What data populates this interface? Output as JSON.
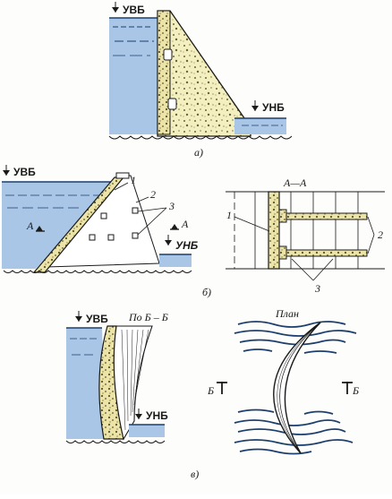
{
  "colors": {
    "water": "#a9c6e6",
    "water_line": "#1d3f6e",
    "concrete": "#f3efbf",
    "concrete_dark": "#e4dc97",
    "stroke": "#1a1a1a"
  },
  "fig_a": {
    "upstream_level": "УВБ",
    "downstream_level": "УНБ",
    "caption": "а)"
  },
  "fig_b": {
    "upstream_level": "УВБ",
    "downstream_level": "УНБ",
    "section_mark": "А",
    "section_title": "А—А",
    "callout_1": "1",
    "callout_2": "2",
    "callout_3": "3",
    "caption": "б)"
  },
  "fig_c": {
    "section_title": "По Б – Б",
    "plan_title": "План",
    "upstream_level": "УВБ",
    "downstream_level": "УНБ",
    "section_mark": "Б",
    "caption": "в)"
  }
}
